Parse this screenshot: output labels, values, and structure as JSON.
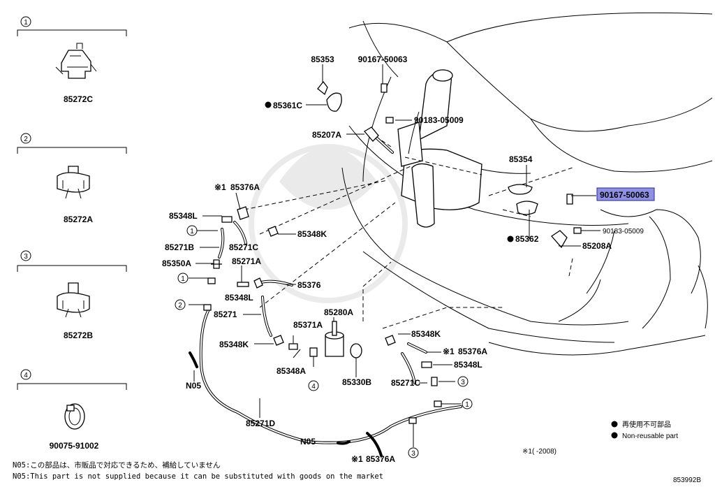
{
  "sidebar": [
    {
      "num": "1",
      "part": "85272C"
    },
    {
      "num": "2",
      "part": "85272A"
    },
    {
      "num": "3",
      "part": "85272B"
    },
    {
      "num": "4",
      "part": "90075-91002"
    }
  ],
  "labels": {
    "p85353": "85353",
    "p90167_top": "90167-50063",
    "p85361C": "85361C",
    "p90183_top": "90183-05009",
    "p85207A": "85207A",
    "p85376A_left_mark": "※1",
    "p85376A_left": "85376A",
    "p85348L_left": "85348L",
    "p85348K_top": "85348K",
    "p85271B": "85271B",
    "p85271C_left": "85271C",
    "p85350A": "85350A",
    "p85271A": "85271A",
    "p85348L_mid": "85348L",
    "p85376": "85376",
    "p85271": "85271",
    "p85280A": "85280A",
    "p85371A": "85371A",
    "p85348K_mid": "85348K",
    "p85348A": "85348A",
    "p85330B": "85330B",
    "p85354": "85354",
    "p90167_right": "90167-50063",
    "p90183_right": "90183-05009",
    "p85362": "85362",
    "p85208A": "85208A",
    "p85348K_right": "85348K",
    "p85376A_right_mark": "※1",
    "p85376A_right": "85376A",
    "p85348L_right": "85348L",
    "p85271C_right": "85271C",
    "pN05_left": "N05",
    "p85271D": "85271D",
    "pN05_bottom": "N05",
    "p85376A_bottom_mark": "※1",
    "p85376A_bottom": "85376A"
  },
  "callouts": {
    "c1_a": "1",
    "c1_b": "1",
    "c2": "2",
    "c4": "4",
    "c3_a": "3",
    "c1_c": "1",
    "c3_b": "3"
  },
  "legend": {
    "jp": "再使用不可部品",
    "en": "Non-reusable part",
    "footnote": "※1(    -2008)"
  },
  "notes": {
    "jp": "N05:この部品は、市販品で対応できるため、補給していません",
    "en": "N05:This part is not supplied because it can be substituted with goods on the market"
  },
  "diagram_id": "853992B",
  "colors": {
    "highlight": "#8f8fe6",
    "line": "#000000"
  }
}
